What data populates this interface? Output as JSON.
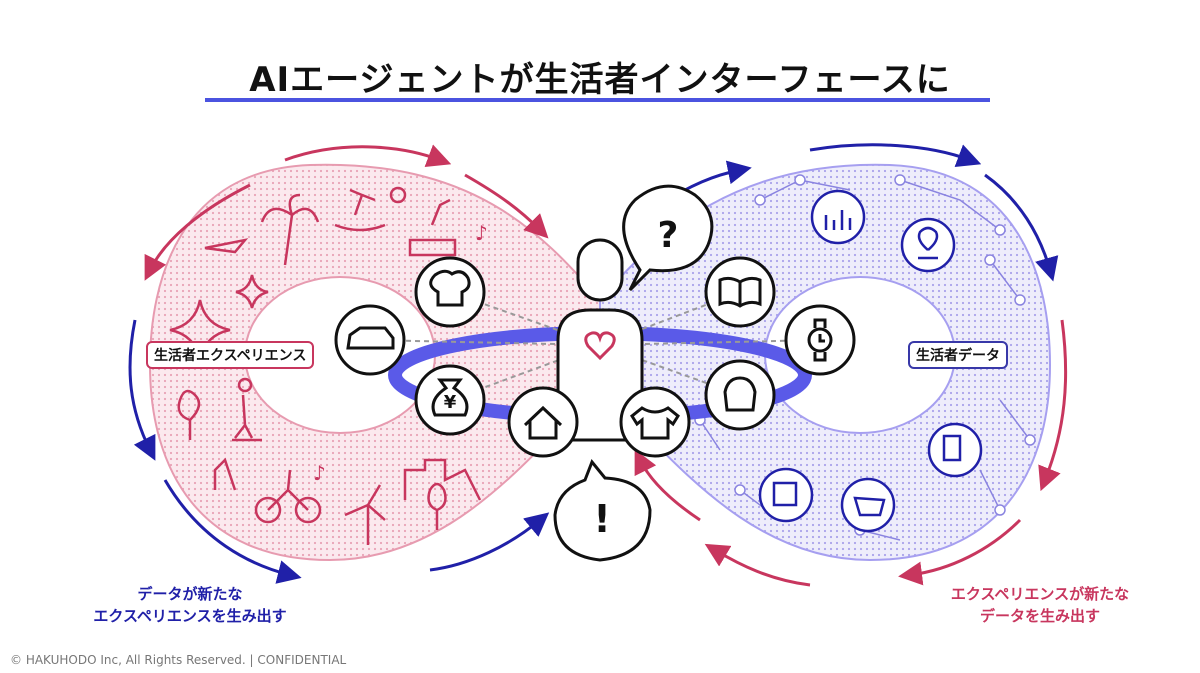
{
  "title": "AIエージェントが生活者インターフェースに",
  "left_label": "生活者エクスペリエンス",
  "right_label": "生活者データ",
  "left_caption": [
    "データが新たな",
    "エクスペリエンスを生み出す"
  ],
  "right_caption": [
    "エクスペリエンスが新たな",
    "データを生み出す"
  ],
  "bubble_question": "?",
  "bubble_exclaim": "!",
  "yen_symbol": "¥",
  "copyright": "© HAKUHODO Inc, All  Rights  Reserved. | CONFIDENTIAL",
  "colors": {
    "pink": "#c8365e",
    "navy": "#2020a8",
    "purple": "#7a6ee0",
    "ring": "#5a5ae8"
  },
  "icons": [
    "chef-hat",
    "car",
    "yen-bag",
    "house",
    "t-shirt",
    "bag",
    "watch",
    "book",
    "chart",
    "map-pin",
    "shop",
    "cart",
    "gallery",
    "palm",
    "surfer",
    "dj",
    "plane",
    "sparkle",
    "tree",
    "walker",
    "dog",
    "cyclist",
    "windmill",
    "city"
  ]
}
